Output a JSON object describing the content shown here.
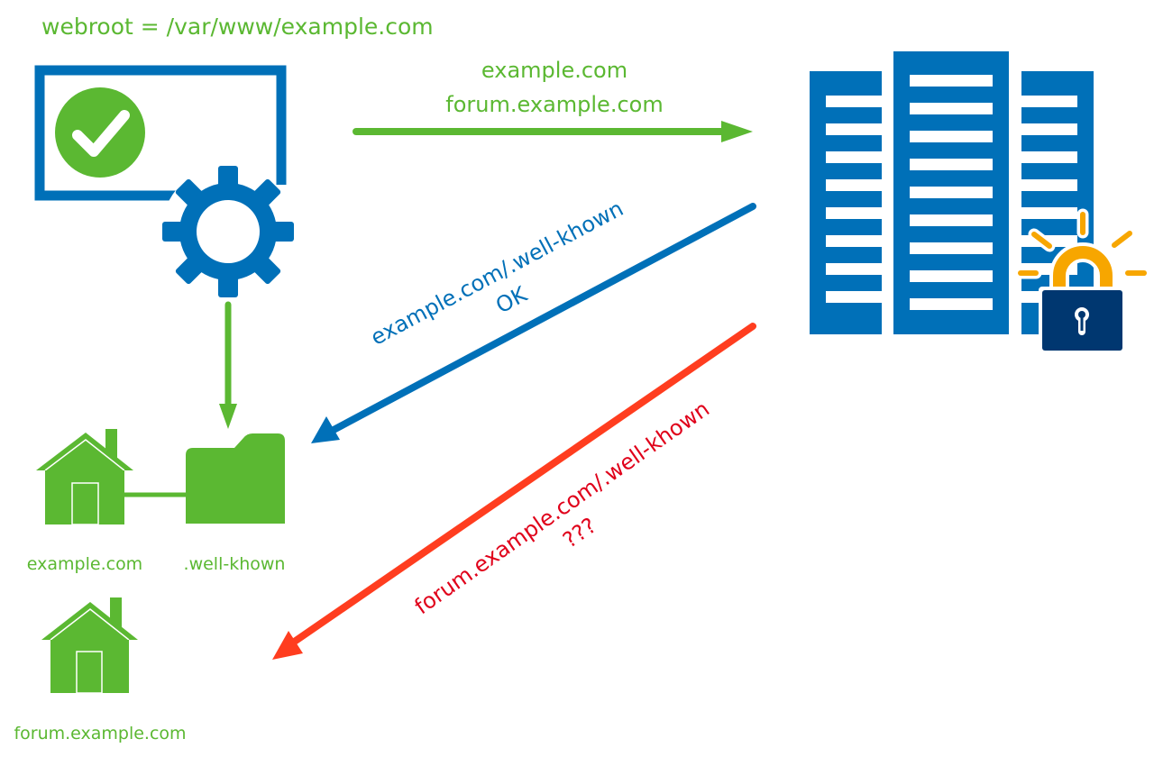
{
  "title": "webroot = /var/www/example.com",
  "colors": {
    "green": "#5bb832",
    "blue": "#0070b8",
    "red": "#ff3d1f",
    "red_text": "#e0001a",
    "navy": "#003770",
    "orange": "#f7a600"
  },
  "nodes": {
    "client": {
      "icons": [
        "monitor-icon",
        "checkmark-icon",
        "gear-icon"
      ]
    },
    "server": {
      "icons": [
        "server-rack-icon",
        "padlock-icon"
      ]
    },
    "home_example": {
      "label": "example.com",
      "icon": "house-icon"
    },
    "well_known_folder": {
      "label": ".well-khown",
      "icon": "folder-icon"
    },
    "home_forum": {
      "label": "forum.example.com",
      "icon": "house-icon"
    }
  },
  "edges": {
    "request": {
      "lines": [
        "example.com",
        "forum.example.com"
      ],
      "direction": "client-to-server"
    },
    "ok_challenge": {
      "line1": "example.com/.well-khown",
      "line2": "OK",
      "direction": "server-to-folder"
    },
    "failed_challenge": {
      "line1": "forum.example.com/.well-khown",
      "line2": "???",
      "direction": "server-to-forum"
    },
    "write_down": {
      "direction": "client-to-folder"
    }
  }
}
